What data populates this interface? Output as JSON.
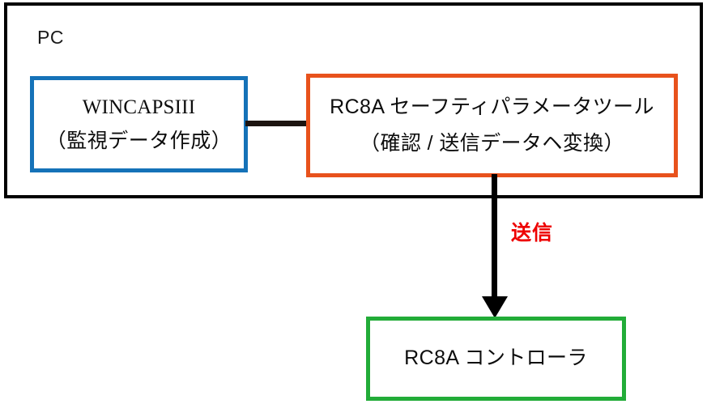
{
  "diagram": {
    "title": "PC",
    "enclosure": {
      "label": "PC",
      "border_color": "#000000",
      "name": "pc-enclosure"
    },
    "nodes": [
      {
        "id": "wincaps",
        "border_color": "#1572B8",
        "lines": [
          "WINCAPSIII",
          "（監視データ作成）"
        ]
      },
      {
        "id": "safety-parameter-tool",
        "border_color": "#E8521C",
        "lines": [
          "RC8A セーフティパラメータツール",
          "（確認 / 送信データヘ変換）"
        ]
      },
      {
        "id": "controller",
        "border_color": "#22AC38",
        "lines": [
          "RC8A コントローラ"
        ]
      }
    ],
    "connectors": [
      {
        "id": "wincaps-to-tool",
        "type": "line",
        "color": "#1C1410",
        "label": ""
      },
      {
        "id": "tool-to-controller",
        "type": "arrow-down",
        "color": "#000000",
        "label": "送信",
        "label_color": "#EE0000"
      }
    ]
  }
}
